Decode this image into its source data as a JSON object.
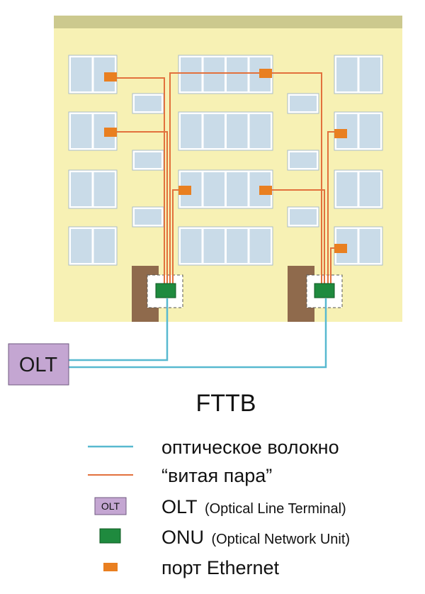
{
  "title": "FTTB",
  "olt_box_label": "OLT",
  "legend": {
    "fiber": {
      "label": "оптическое волокно"
    },
    "twisted_pair": {
      "label": "“витая пара”"
    },
    "olt": {
      "icon_text": "OLT",
      "abbr": "OLT",
      "desc": "(Optical Line Terminal)"
    },
    "onu": {
      "abbr": "ONU",
      "desc": "(Optical Network Unit)"
    },
    "ethernet": {
      "label": "порт Ethernet"
    }
  },
  "colors": {
    "building": "#f7f1b4",
    "roof": "#ccc98e",
    "window_frame": "#ffffff",
    "window_glass": "#c9dbe8",
    "door": "#8f6a4c",
    "fiber": "#58b9d0",
    "twisted_pair": "#e2713d",
    "olt_fill": "#c4a6d2",
    "onu_fill": "#1f8a3e",
    "ethernet_port": "#e97f20"
  }
}
